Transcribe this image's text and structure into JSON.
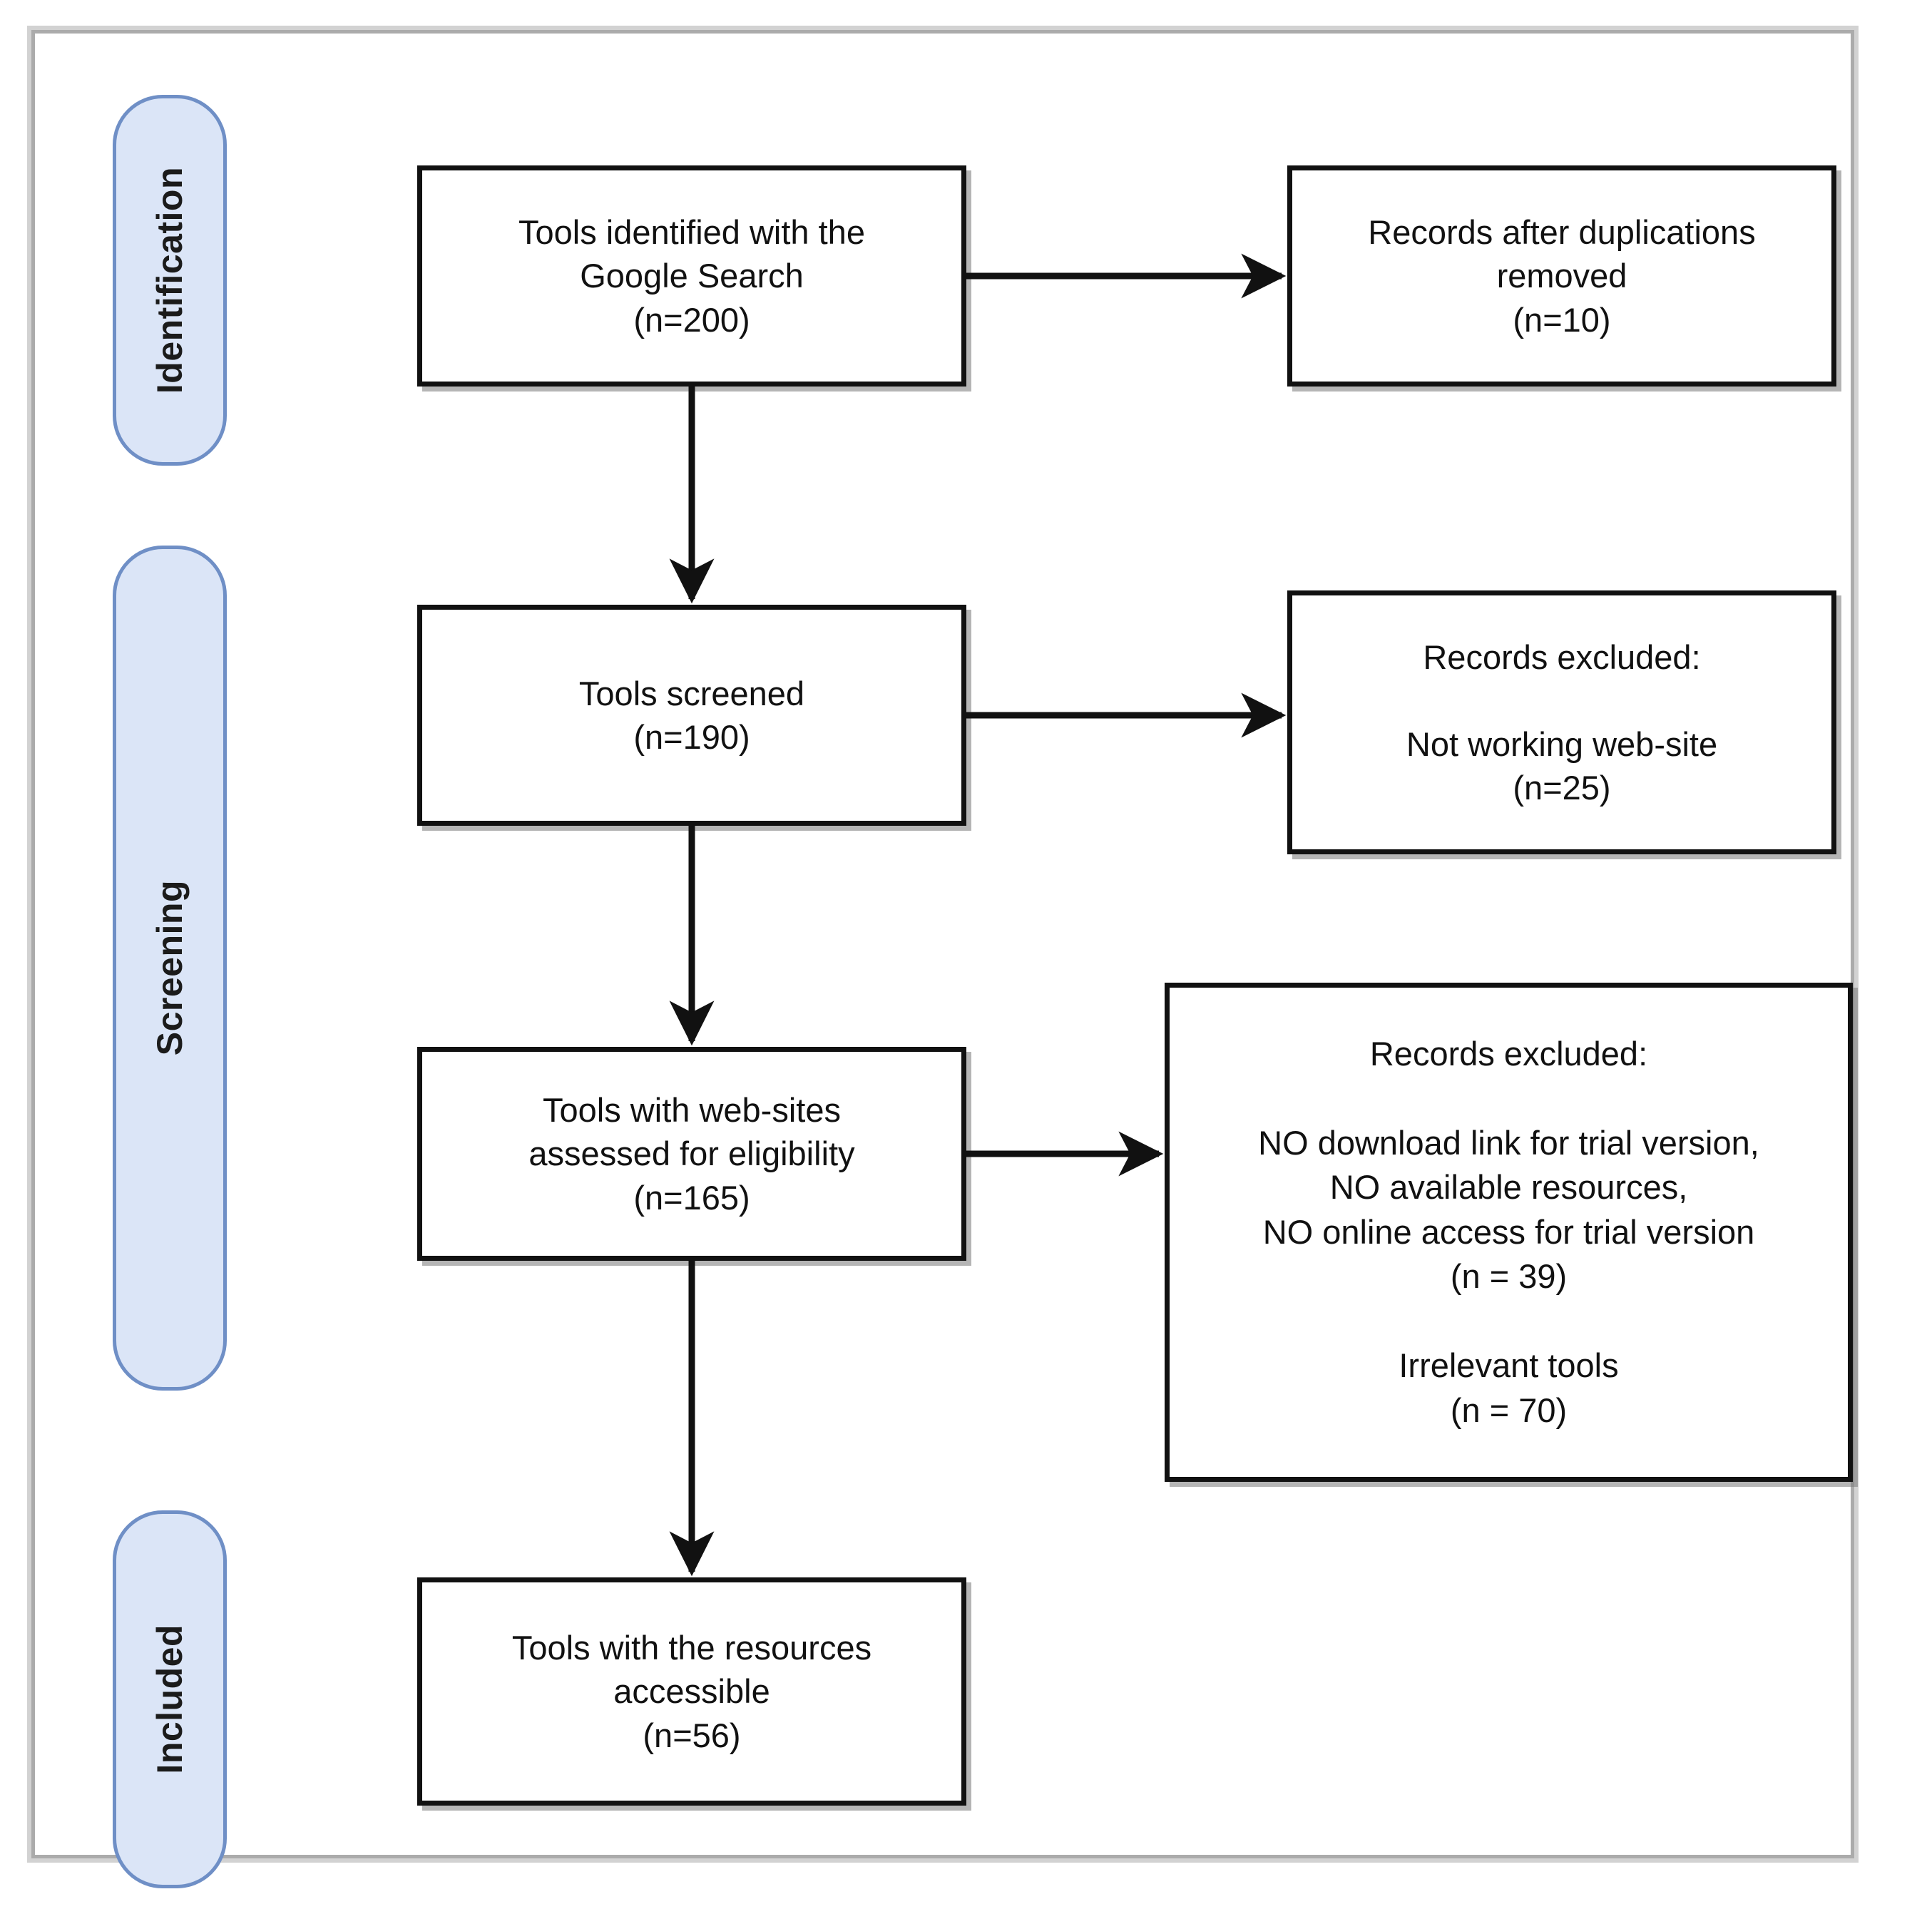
{
  "diagram": {
    "title": "PRISMA tool selection flow diagram",
    "accent_blue_fill": "#dbe5f7",
    "accent_blue_border": "#6f8fc6",
    "box_border_color": "#111111",
    "frame_color": "#d2d2d2"
  },
  "stages": [
    {
      "id": "identification",
      "label": "Identification"
    },
    {
      "id": "screening",
      "label": "Screening"
    },
    {
      "id": "included",
      "label": "Included"
    }
  ],
  "boxes": [
    {
      "id": "tools-identified",
      "text": "Tools identified with the\nGoogle Search\n(n=200)"
    },
    {
      "id": "records-after-duplications",
      "text": "Records after duplications\nremoved\n(n=10)"
    },
    {
      "id": "tools-screened",
      "text": "Tools screened\n(n=190)"
    },
    {
      "id": "records-excluded-screening",
      "text": "Records excluded:\n\nNot working web-site\n(n=25)"
    },
    {
      "id": "tools-assessed",
      "text": "Tools with web-sites\nassessed for eligibility\n(n=165)"
    },
    {
      "id": "records-excluded-eligibility",
      "text": "Records excluded:\n\nNO download link for trial version,\nNO available resources,\nNO online access for trial version\n(n = 39)\n\nIrrelevant tools\n(n = 70)"
    },
    {
      "id": "tools-resources-accessible",
      "text": "Tools with the resources\naccessible\n(n=56)"
    }
  ],
  "connectors": [
    {
      "id": "identified-to-duplications",
      "direction": "right"
    },
    {
      "id": "identified-to-screened",
      "direction": "down"
    },
    {
      "id": "screened-to-excluded",
      "direction": "right"
    },
    {
      "id": "screened-to-assessed",
      "direction": "down"
    },
    {
      "id": "assessed-to-excluded",
      "direction": "right"
    },
    {
      "id": "assessed-to-accessible",
      "direction": "down"
    }
  ]
}
